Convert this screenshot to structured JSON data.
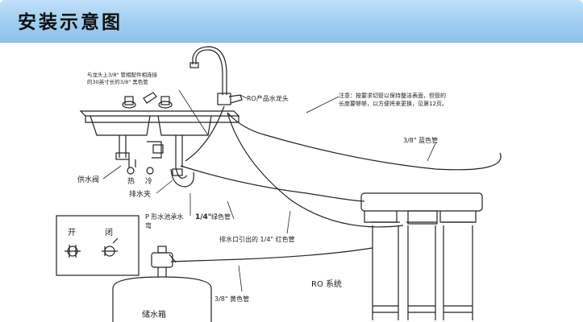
{
  "header": {
    "title": "安装示意图"
  },
  "labels": {
    "faucet_tube_note_1": "与龙头上3/8\" 管相配件相连接",
    "faucet_tube_note_2": "的30英寸长的3/8\" 黑色管",
    "ro_faucet": "RO产品水龙头",
    "note_1": "注意：按要求切管以保持整洁表面，但管的",
    "note_2": "长度要够够，以方便将来更换，见第12页。",
    "tube_38_blue": "3/8\" 蓝色管",
    "supply_valve": "供水阀",
    "hot": "热",
    "cold": "冷",
    "drain_clamp": "排水夹",
    "p_trap_1": "P 形水池承水",
    "p_trap_2": "弯",
    "tube_14": "1/4\"",
    "green_tube": "绿色管",
    "drain_red_tube": "排水口引出的 1/4\" 红色管",
    "ro_system": "RO 系统",
    "tube_38_yellow": "3/8\" 黄色管",
    "storage_tank": "储水箱",
    "open": "开",
    "closed": "闭"
  }
}
